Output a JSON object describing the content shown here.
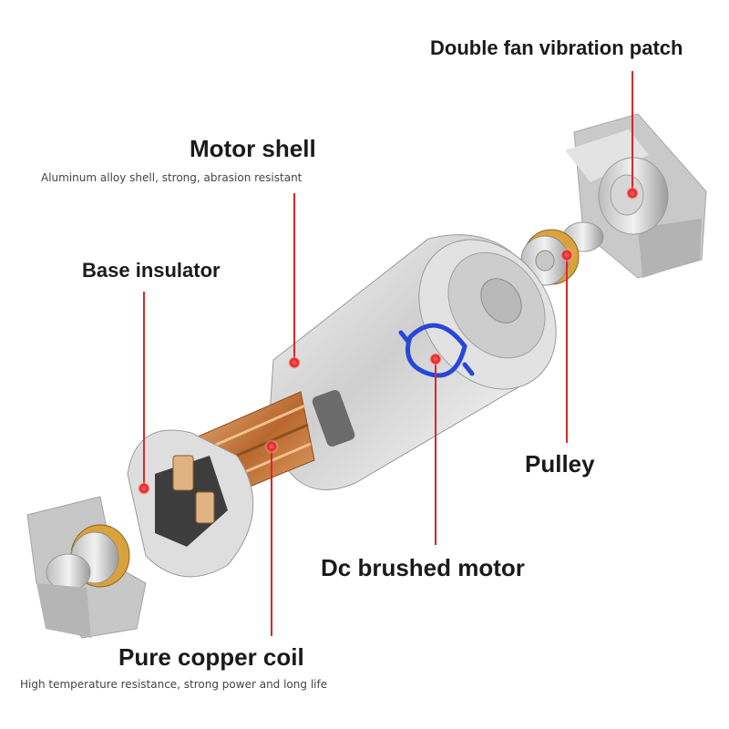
{
  "labels": {
    "double_fan": "Double fan vibration patch",
    "motor_shell": "Motor shell",
    "motor_shell_desc": "Aluminum alloy shell, strong, abrasion resistant",
    "base_insulator": "Base insulator",
    "pulley": "Pulley",
    "dc_motor": "Dc brushed motor",
    "copper_coil": "Pure copper coil",
    "copper_coil_desc": "High temperature resistance, strong power and long life"
  },
  "colors": {
    "callout": "#d92727",
    "metal_light": "#e6e6e6",
    "metal_dark": "#8a8a8a",
    "copper": "#c77a3c",
    "logo": "#2747d8"
  },
  "icons": {
    "logo": "blue-swirl-logo"
  }
}
